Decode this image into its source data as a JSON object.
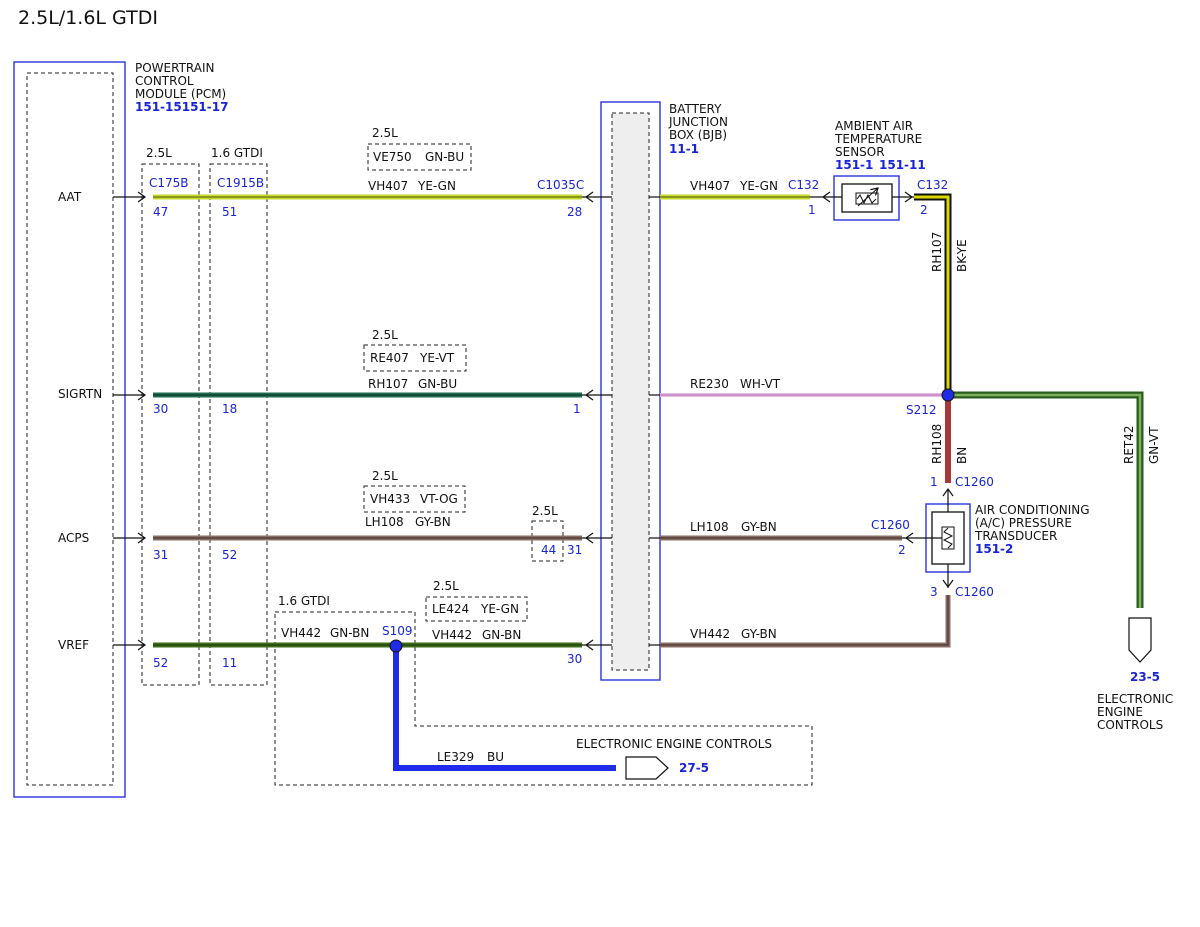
{
  "title": "2.5L/1.6L GTDI",
  "pcm": {
    "name_lines": [
      "POWERTRAIN",
      "CONTROL",
      "MODULE (PCM)"
    ],
    "ref": "151-15151-17",
    "pins": [
      "AAT",
      "SIGRTN",
      "ACPS",
      "VREF"
    ]
  },
  "pcm_connectors": {
    "c1_variant": "2.5L",
    "c1_name": "C175B",
    "c1_pins": [
      "47",
      "30",
      "31",
      "52"
    ],
    "c2_variant": "1.6 GTDI",
    "c2_name": "C1915B",
    "c2_pins": [
      "51",
      "18",
      "52",
      "11"
    ]
  },
  "bjb": {
    "name_lines": [
      "BATTERY",
      "JUNCTION",
      "BOX (BJB)"
    ],
    "ref": "11-1",
    "connector": "C1035C",
    "pins": [
      "28",
      "1",
      "31",
      "30"
    ],
    "alt_variant": "2.5L",
    "alt_pin": "44"
  },
  "variant_labels": {
    "aat": {
      "variant": "2.5L",
      "circuit": "VE750",
      "color": "GN-BU"
    },
    "sigrtn": {
      "variant": "2.5L",
      "circuit": "RE407",
      "color": "YE-VT"
    },
    "acps": {
      "variant": "2.5L",
      "circuit": "VH433",
      "color": "VT-OG"
    },
    "vref": {
      "variant": "2.5L",
      "circuit": "LE424",
      "color": "YE-GN"
    }
  },
  "wires": {
    "aat_left": {
      "circuit": "VH407",
      "color": "YE-GN"
    },
    "aat_right": {
      "circuit": "VH407",
      "color": "YE-GN"
    },
    "sigrtn_left": {
      "circuit": "RH107",
      "color": "GN-BU"
    },
    "sigrtn_right": {
      "circuit": "RE230",
      "color": "WH-VT"
    },
    "acps_left": {
      "circuit": "LH108",
      "color": "GY-BN"
    },
    "acps_right": {
      "circuit": "LH108",
      "color": "GY-BN"
    },
    "vref_left": {
      "circuit": "VH442",
      "color": "GN-BN"
    },
    "vref_mid": {
      "circuit": "VH442",
      "color": "GN-BN"
    },
    "vref_right": {
      "circuit": "VH442",
      "color": "GY-BN"
    },
    "vert_aat": {
      "circuit": "RH107",
      "color": "BK-YE"
    },
    "vert_sigrtn": {
      "circuit": "RH108",
      "color": "BN"
    },
    "vert_ret": {
      "circuit": "RET42",
      "color": "GN-VT"
    },
    "le329": {
      "circuit": "LE329",
      "color": "BU"
    }
  },
  "aat_sensor": {
    "name_lines": [
      "AMBIENT AIR",
      "TEMPERATURE",
      "SENSOR"
    ],
    "ref1": "151-1",
    "ref2": "151-11",
    "connector_left": "C132",
    "pin_left": "1",
    "connector_right": "C132",
    "pin_right": "2"
  },
  "acp_sensor": {
    "name_lines": [
      "AIR CONDITIONING",
      "(A/C) PRESSURE",
      "TRANSDUCER"
    ],
    "ref": "151-2",
    "connector_top": "C1260",
    "pin_top": "1",
    "connector_left": "C1260",
    "pin_left": "2",
    "connector_bottom": "C1260",
    "pin_bottom": "3"
  },
  "splices": {
    "s212": "S212",
    "s109": "S109"
  },
  "gtdi_group": {
    "label": "1.6 GTDI"
  },
  "eec_bottom": {
    "label": "ELECTRONIC ENGINE CONTROLS",
    "ref": "27-5"
  },
  "eec_right": {
    "ref": "23-5",
    "label_lines": [
      "ELECTRONIC",
      "ENGINE",
      "CONTROLS"
    ]
  },
  "colors": {
    "ye_gn": "#c8d82a",
    "gn_bu": "#1f6e52",
    "wh_vt": "#e6b8e6",
    "gy_bn": "#8a6e66",
    "gn_bn": "#3e6e1c",
    "bk_ye": "#d8d800",
    "bn": "#a83838",
    "gn_vt": "#4f8a38",
    "bu": "#1e2be8",
    "blue_text": "#1a24d6"
  }
}
